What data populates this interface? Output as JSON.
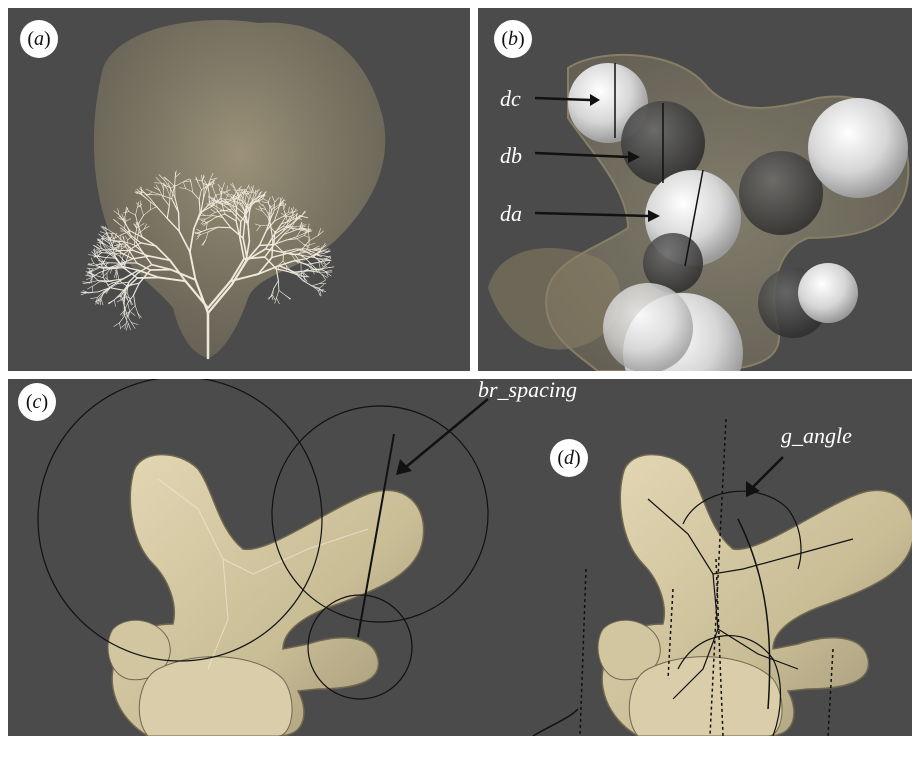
{
  "panels": {
    "a": {
      "label": "a"
    },
    "b": {
      "label": "b",
      "annotations": [
        "dc",
        "db",
        "da"
      ]
    },
    "c": {
      "label": "c",
      "annotation": "br_spacing"
    },
    "d": {
      "label": "d",
      "annotation": "g_angle"
    }
  },
  "colors": {
    "background": "#4b4b4b",
    "tissue": "#d8cca8",
    "sphere_light": "#e8e8e8",
    "sphere_dark": "#3a3a3a",
    "annotation": "#ffffff",
    "skeleton": "#f4f0e4"
  }
}
